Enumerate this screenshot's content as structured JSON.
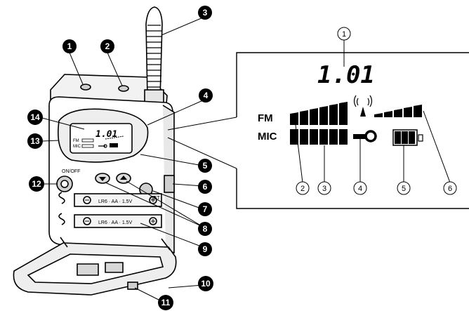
{
  "callouts": [
    {
      "id": "1"
    },
    {
      "id": "2"
    },
    {
      "id": "3"
    },
    {
      "id": "4"
    },
    {
      "id": "5"
    },
    {
      "id": "6"
    },
    {
      "id": "7"
    },
    {
      "id": "8"
    },
    {
      "id": "9"
    },
    {
      "id": "10"
    },
    {
      "id": "11"
    },
    {
      "id": "12"
    },
    {
      "id": "13"
    },
    {
      "id": "14"
    }
  ],
  "display_callouts": [
    {
      "id": "1"
    },
    {
      "id": "2"
    },
    {
      "id": "3"
    },
    {
      "id": "4"
    },
    {
      "id": "5"
    },
    {
      "id": "6"
    }
  ],
  "display": {
    "channel": "1.01",
    "fm_label": "FM",
    "mic_label": "MIC"
  },
  "device": {
    "on_off_label": "ON/OFF",
    "set_label": "SET",
    "battery_label_1": "LR6 · AA · 1.5V",
    "battery_label_2": "LR6 · AA · 1.5V",
    "mini_fm": "FM",
    "mini_mic": "MIC",
    "mini_channel": "1.01"
  },
  "colors": {
    "callout_fill": "#000000",
    "line": "#000000",
    "device_shade": "#d9d9d9"
  }
}
